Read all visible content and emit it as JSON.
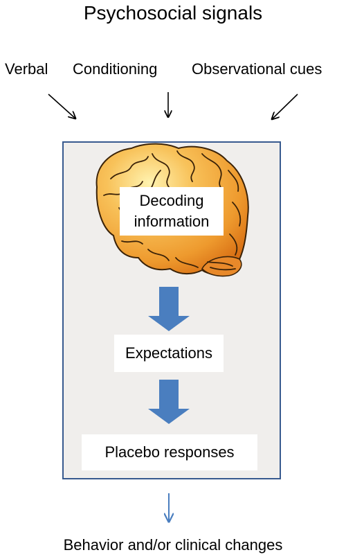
{
  "title": "Psychosocial signals",
  "signals": [
    {
      "label": "Verbal"
    },
    {
      "label": "Conditioning"
    },
    {
      "label": "Observational cues"
    }
  ],
  "process": {
    "decoding_line1": "Decoding",
    "decoding_line2": "information",
    "expectations": "Expectations",
    "placebo": "Placebo responses"
  },
  "outcome": "Behavior and/or clinical changes",
  "colors": {
    "box_border": "#37598e",
    "block_arrow": "#4a7ebf",
    "outcome_arrow": "#4a7ebf",
    "panel_fill": "#f0eeec",
    "brain_fill": "#f2a43a"
  },
  "icons": {
    "brain": "brain-illustration"
  }
}
